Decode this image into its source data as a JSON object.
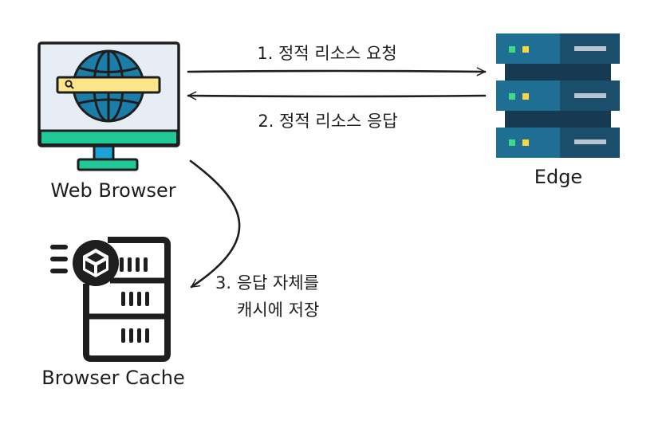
{
  "nodes": {
    "browser": {
      "label": "Web Browser"
    },
    "edge": {
      "label": "Edge"
    },
    "cache": {
      "label": "Browser Cache"
    }
  },
  "arrows": {
    "request": {
      "label": "1. 정적 리소스 요청"
    },
    "response": {
      "label": "2. 정적 리소스 응답"
    },
    "cache_store": {
      "line1": "3. 응답 자체를",
      "line2": "캐시에 저장"
    }
  },
  "colors": {
    "stroke": "#1e1e1e",
    "monitor_screen": "#e7edf5",
    "monitor_base": "#20c997",
    "monitor_stand": "#1fa3d6",
    "globe": "#1b7ea8",
    "search_bar": "#fde58a",
    "server_dark": "#1b4e6b",
    "server_light": "#1f6f94",
    "server_led_green": "#3ddc84",
    "server_led_yellow": "#ffd43b"
  }
}
